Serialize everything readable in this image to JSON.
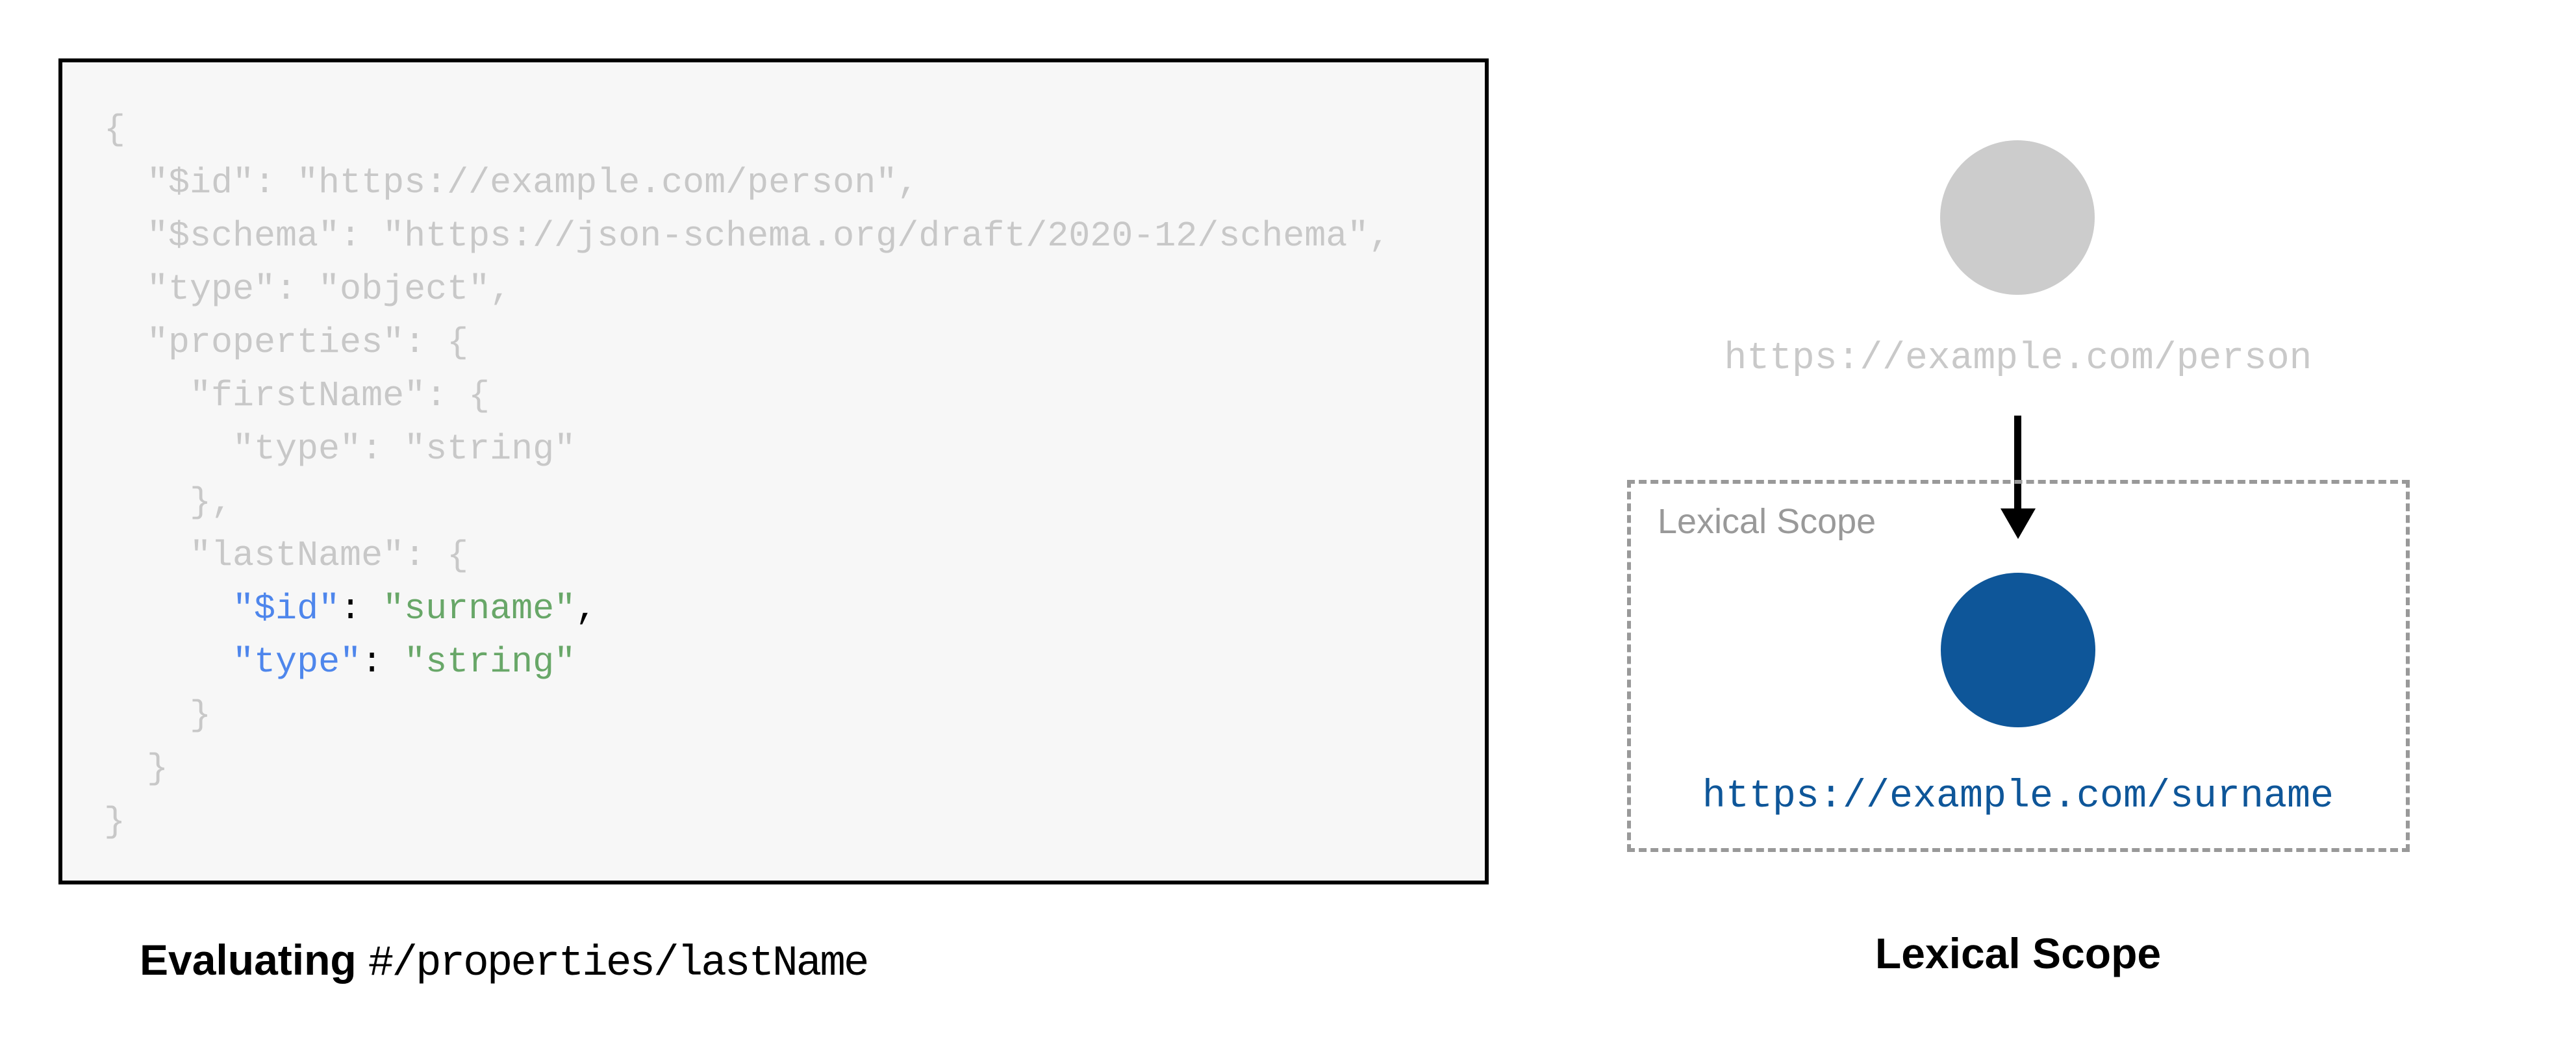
{
  "left_panel": {
    "caption_prefix": "Evaluating",
    "caption_pointer": "#/properties/lastName",
    "code_lines": [
      {
        "segments": [
          {
            "t": "{",
            "c": "gray"
          }
        ]
      },
      {
        "segments": [
          {
            "t": "  \"$id\": \"https://example.com/person\",",
            "c": "gray"
          }
        ]
      },
      {
        "segments": [
          {
            "t": "  \"$schema\": \"https://json-schema.org/draft/2020-12/schema\",",
            "c": "gray"
          }
        ]
      },
      {
        "segments": [
          {
            "t": "  \"type\": \"object\",",
            "c": "gray"
          }
        ]
      },
      {
        "segments": [
          {
            "t": "  \"properties\": {",
            "c": "gray"
          }
        ]
      },
      {
        "segments": [
          {
            "t": "    \"firstName\": {",
            "c": "gray"
          }
        ]
      },
      {
        "segments": [
          {
            "t": "      \"type\": \"string\"",
            "c": "gray"
          }
        ]
      },
      {
        "segments": [
          {
            "t": "    },",
            "c": "gray"
          }
        ]
      },
      {
        "segments": [
          {
            "t": "    \"lastName\": {",
            "c": "gray"
          }
        ]
      },
      {
        "segments": [
          {
            "t": "      ",
            "c": "gray"
          },
          {
            "t": "\"$id\"",
            "c": "blue"
          },
          {
            "t": ": ",
            "c": "black"
          },
          {
            "t": "\"surname\"",
            "c": "green"
          },
          {
            "t": ",",
            "c": "black"
          }
        ]
      },
      {
        "segments": [
          {
            "t": "      ",
            "c": "gray"
          },
          {
            "t": "\"type\"",
            "c": "blue"
          },
          {
            "t": ": ",
            "c": "black"
          },
          {
            "t": "\"string\"",
            "c": "green"
          }
        ]
      },
      {
        "segments": [
          {
            "t": "    }",
            "c": "gray"
          }
        ]
      },
      {
        "segments": [
          {
            "t": "  }",
            "c": "gray"
          }
        ]
      },
      {
        "segments": [
          {
            "t": "}",
            "c": "gray"
          }
        ]
      }
    ]
  },
  "right_panel": {
    "root_uri": "https://example.com/person",
    "scope_box_label": "Lexical Scope",
    "scoped_uri": "https://example.com/surname",
    "caption": "Lexical Scope"
  },
  "colors": {
    "code_muted_gray": "#c8c8c8",
    "code_key_blue": "#4e86ec",
    "code_value_green": "#68a768",
    "code_punct_black": "#000000",
    "panel_background": "#f7f7f7",
    "panel_border": "#000000",
    "root_circle_gray": "#cccccc",
    "root_uri_gray": "#c9c9c9",
    "scope_blue": "#0e5699",
    "scope_box_gray": "#999999",
    "arrow_black": "#000000"
  }
}
